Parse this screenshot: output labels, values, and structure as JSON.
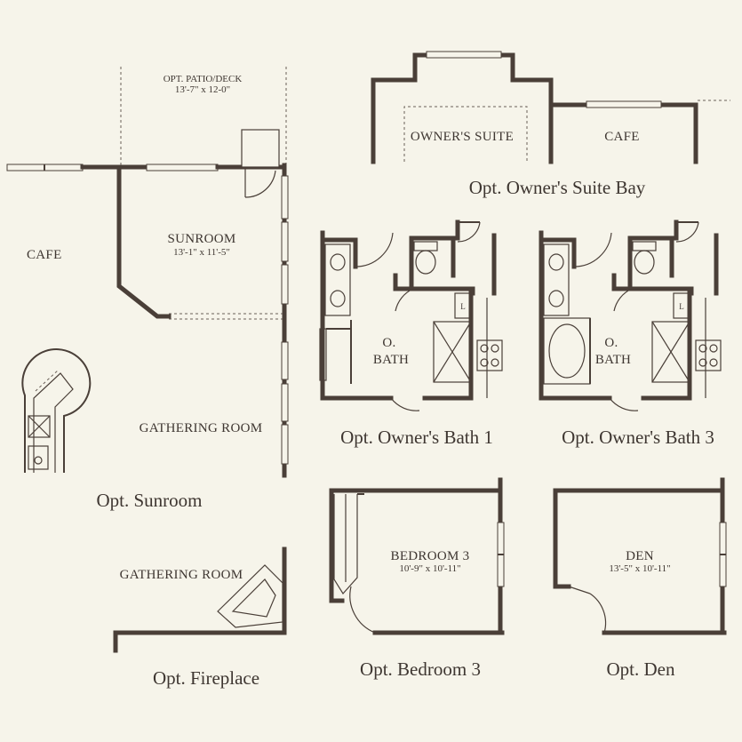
{
  "sunroom": {
    "patio_label": "OPT. PATIO/DECK",
    "patio_size": "13'-7\" x 12-0\"",
    "cafe_label": "CAFE",
    "room_label": "SUNROOM",
    "room_size": "13'-1\" x 11'-5\"",
    "gathering_label": "GATHERING ROOM",
    "title": "Opt. Sunroom"
  },
  "owners_suite_bay": {
    "suite_label": "OWNER'S SUITE",
    "cafe_label": "CAFE",
    "title": "Opt.  Owner's Suite Bay"
  },
  "owners_bath_1": {
    "room_label_line1": "O.",
    "room_label_line2": "BATH",
    "linen_label": "L",
    "title": "Opt. Owner's Bath 1"
  },
  "owners_bath_3": {
    "room_label_line1": "O.",
    "room_label_line2": "BATH",
    "linen_label": "L",
    "title": "Opt. Owner's Bath 3"
  },
  "fireplace": {
    "gathering_label": "GATHERING ROOM",
    "title": "Opt. Fireplace"
  },
  "bedroom3": {
    "room_label": "BEDROOM 3",
    "room_size": "10'-9\" x 10'-11\"",
    "title": "Opt. Bedroom 3"
  },
  "den": {
    "room_label": "DEN",
    "room_size": "13'-5\" x 10'-11\"",
    "title": "Opt. Den"
  },
  "colors": {
    "background": "#f6f4ea",
    "wall": "#4a3f38",
    "text": "#3e3631"
  }
}
